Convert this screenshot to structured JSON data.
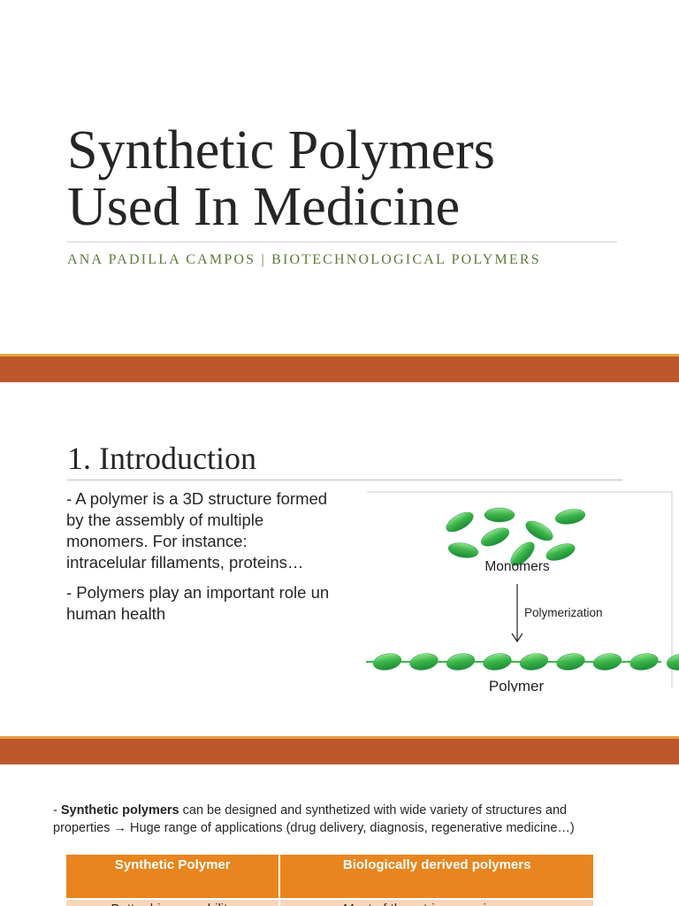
{
  "slide1": {
    "title_line1": "Synthetic Polymers",
    "title_line2": "Used In Medicine",
    "subtitle": "ANA PADILLA CAMPOS | BIOTECHNOLOGICAL POLYMERS"
  },
  "slide2": {
    "heading": "1. Introduction",
    "bullets": [
      "- A polymer is a 3D structure formed by the assembly of multiple monomers. For instance: intracelular fillaments, proteins…",
      "- Polymers play an important role un human health"
    ],
    "diagram": {
      "monomers_label": "Monomers",
      "process_label": "Polymerization",
      "polymer_label": "Polymer",
      "bead_color": "#2ea44f"
    }
  },
  "slide3": {
    "intro_dash": "- ",
    "intro_bold": "Synthetic polymers",
    "intro_rest": " can be designed and synthetized with wide variety of structures and properties → Huge range of applications (drug delivery, diagnosis, regenerative medicine…)",
    "table_headers": [
      "Synthetic Polymer",
      "Biologically derived polymers"
    ],
    "table_rows": [
      [
        "Better biocompability",
        "Most of them trigger an immune"
      ]
    ]
  },
  "colors": {
    "accent_band": "#bd582c",
    "accent_band_top": "#e3a13f",
    "subtitle_green": "#5c7a3b",
    "table_header": "#e8851e",
    "table_cell": "#f7d7bc"
  }
}
